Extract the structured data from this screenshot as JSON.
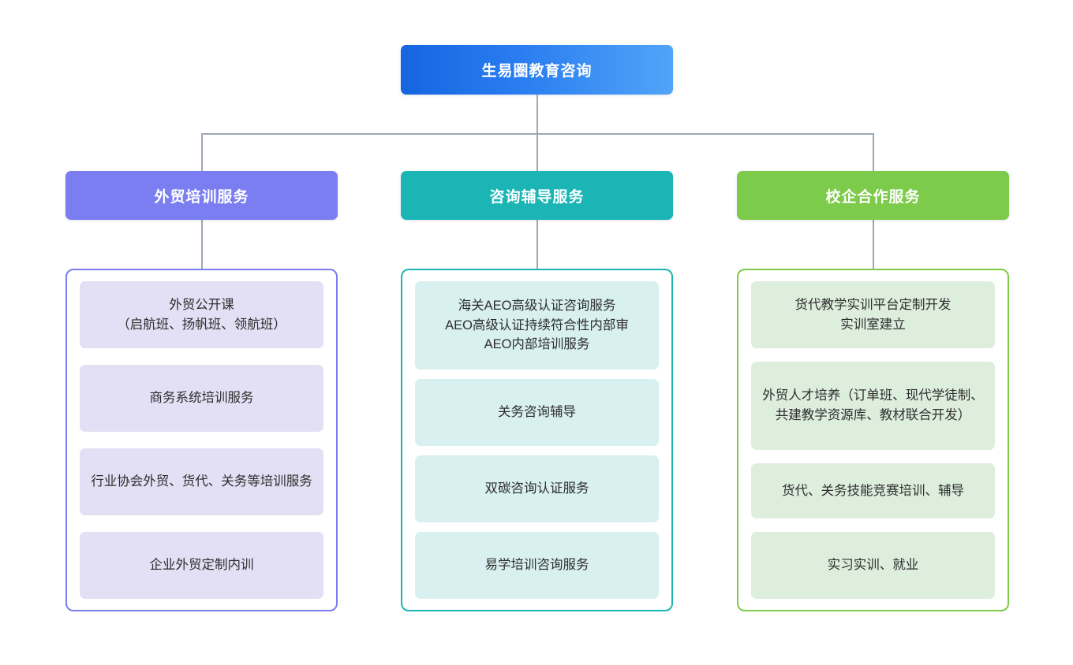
{
  "chart_data": {
    "type": "diagram",
    "diagram_type": "organizational-tree",
    "title": "生易圈教育咨询",
    "orientation": "top-down",
    "levels": 3,
    "root": {
      "label": "生易圈教育咨询",
      "color_start": "#1565e0",
      "color_end": "#52a4f8",
      "text_color": "#ffffff"
    },
    "connector_color": "#9aa8b5",
    "branches": [
      {
        "id": "branch-training",
        "label": "外贸培训服务",
        "header_color": "#7b7ef0",
        "border_color": "#7b7ef0",
        "card_color": "#e3dff4",
        "items": [
          "外贸公开课\n（启航班、扬帆班、领航班）",
          "商务系统培训服务",
          "行业协会外贸、货代、关务等培训服务",
          "企业外贸定制内训"
        ]
      },
      {
        "id": "branch-consulting",
        "label": "咨询辅导服务",
        "header_color": "#1cb5b5",
        "border_color": "#1cb5b5",
        "card_color": "#d8f0ef",
        "items": [
          "海关AEO高级认证咨询服务\nAEO高级认证持续符合性内部审\nAEO内部培训服务",
          "关务咨询辅导",
          "双碳咨询认证服务",
          "易学培训咨询服务"
        ]
      },
      {
        "id": "branch-school-enterprise",
        "label": "校企合作服务",
        "header_color": "#7ccb4a",
        "border_color": "#7ccb4a",
        "card_color": "#ddeedd",
        "items": [
          "货代教学实训平台定制开发\n实训室建立",
          "外贸人才培养（订单班、现代学徒制、共建教学资源库、教材联合开发）",
          "货代、关务技能竞赛培训、辅导",
          "实习实训、就业"
        ]
      }
    ]
  }
}
